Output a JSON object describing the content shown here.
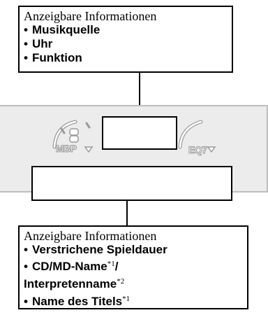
{
  "top_box": {
    "heading": "Anzeigbare Informationen",
    "items": [
      "Musikquelle",
      "Uhr",
      "Funktion"
    ]
  },
  "device": {
    "left_knob_label": "MBP",
    "right_knob_label": "EQ7"
  },
  "bottom_box": {
    "heading": "Anzeigbare Informationen",
    "items": [
      {
        "text": "Verstrichene Spieldauer",
        "note": ""
      },
      {
        "text": "CD/MD-Name",
        "note": "*1",
        "suffix": "/"
      },
      {
        "text": "Interpretenname",
        "note": "*2"
      },
      {
        "text": "Name des Titels",
        "note": "*1"
      }
    ]
  },
  "colors": {
    "panel": "#ececec",
    "panel_border": "#bdbdbd",
    "line": "#000000"
  }
}
